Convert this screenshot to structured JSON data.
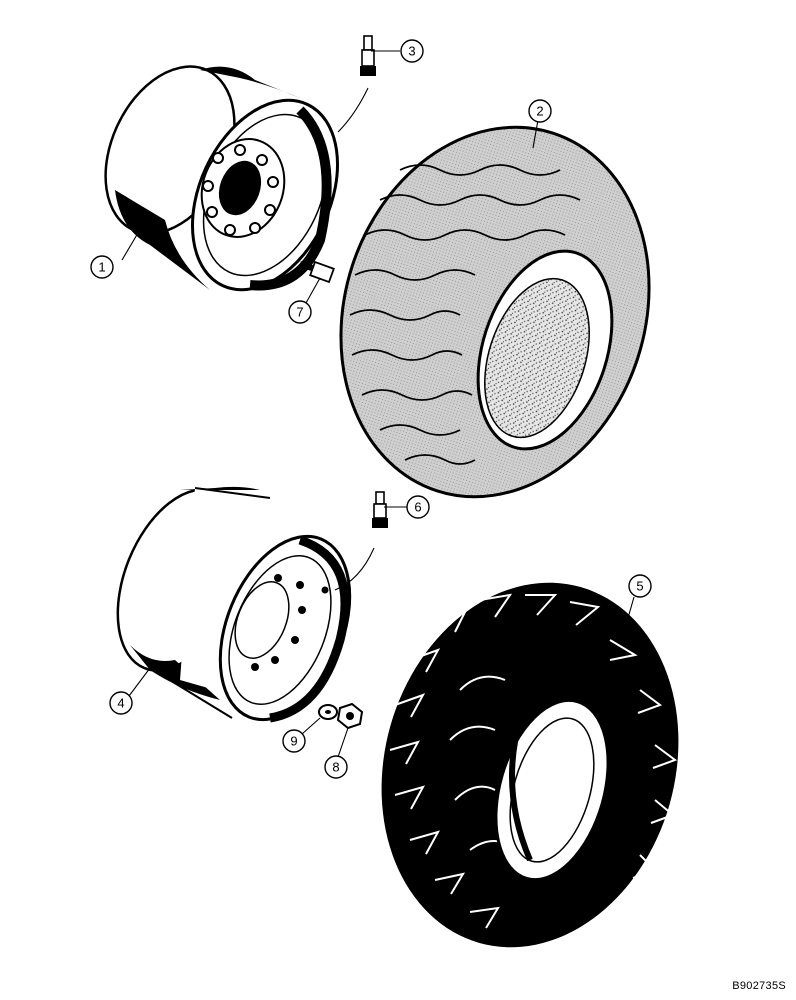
{
  "figure_code": "B902735S",
  "callouts": [
    "1",
    "2",
    "3",
    "4",
    "5",
    "6",
    "7",
    "8",
    "9"
  ],
  "colors": {
    "ink": "#000000",
    "tread_gray": "#bdbdbd",
    "background": "#ffffff"
  }
}
